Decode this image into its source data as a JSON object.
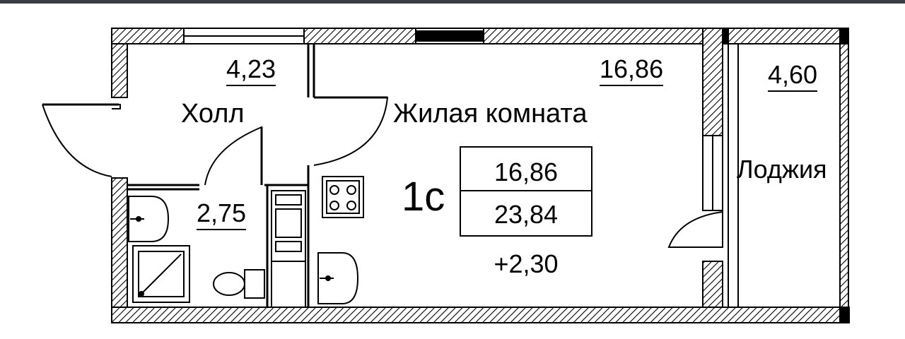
{
  "rooms": {
    "hall": {
      "name": "Холл",
      "area": "4,23"
    },
    "living": {
      "name": "Жилая комната",
      "area": "16,86"
    },
    "loggia": {
      "name": "Лоджия",
      "area": "4,60"
    },
    "bathroom": {
      "area": "2,75"
    }
  },
  "summary": {
    "type": "1с",
    "living_area": "16,86",
    "total_area": "23,84",
    "extra_area": "+2,30"
  },
  "colors": {
    "line": "#000000",
    "background": "#ffffff",
    "top_bar": "#3a3f47"
  }
}
